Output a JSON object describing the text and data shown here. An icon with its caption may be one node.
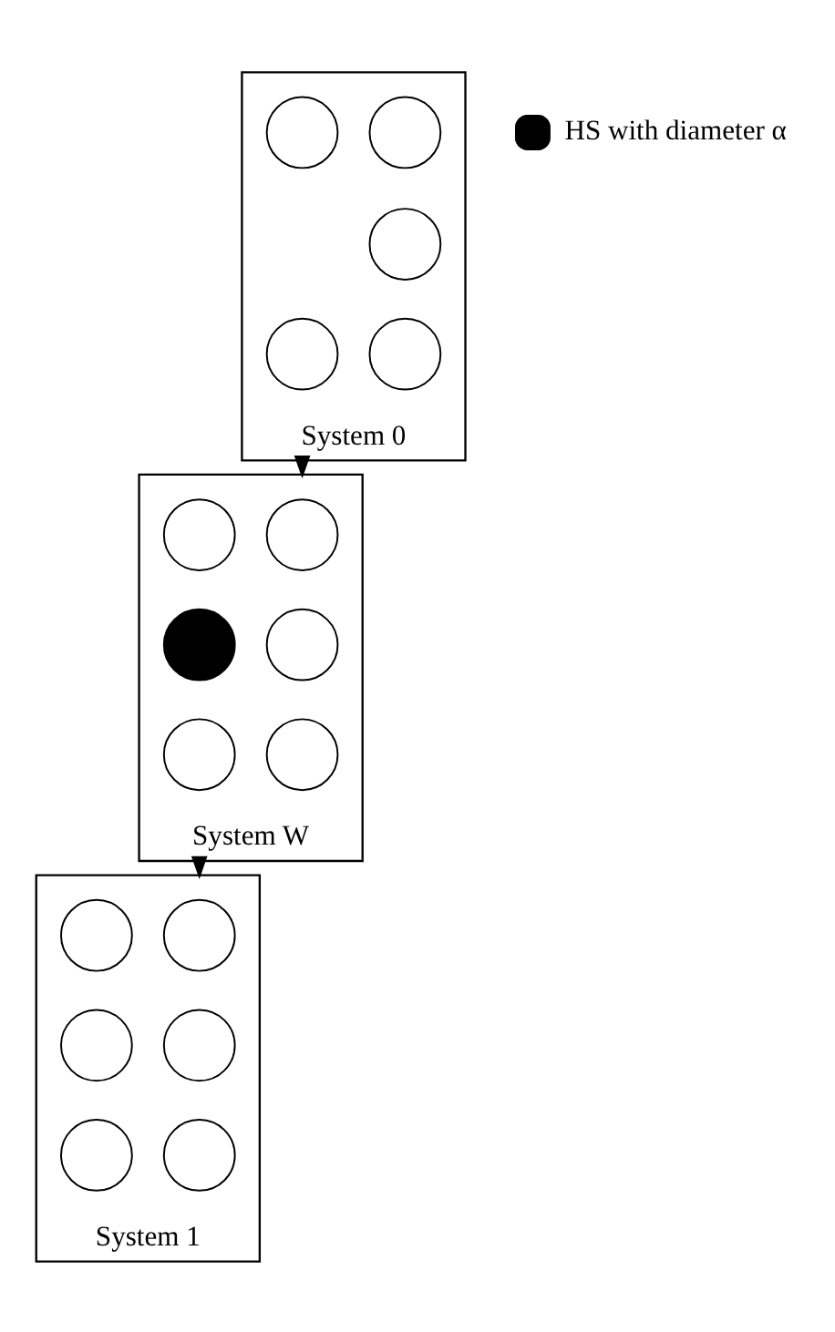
{
  "diagram": {
    "nodes": [
      {
        "text": [],
        "shape": "box",
        "beside": [
          "System 0"
        ]
      },
      {
        "text": [],
        "shape": "circle",
        "in": 0
      },
      {
        "text": [],
        "shape": "circle",
        "in": 0
      },
      {
        "text": [],
        "shape": "circle",
        "in": 0
      },
      {
        "text": [],
        "shape": "circle",
        "in": 0
      },
      {
        "text": [],
        "shape": "circle",
        "in": 0
      },
      {
        "text": [],
        "shape": "box",
        "beside": [
          "System W"
        ]
      },
      {
        "text": [],
        "shape": "circle",
        "in": 6
      },
      {
        "text": [],
        "shape": "circle",
        "in": 6
      },
      {
        "text": [],
        "shape": "circle",
        "in": 6
      },
      {
        "text": [],
        "shape": "circle",
        "in": 6
      },
      {
        "text": [],
        "shape": "circle",
        "in": 6
      },
      {
        "text": [],
        "shape": "circle",
        "in": 6
      },
      {
        "text": [],
        "shape": "box",
        "beside": [
          "System 1"
        ]
      },
      {
        "text": [],
        "shape": "circle",
        "in": 13
      },
      {
        "text": [],
        "shape": "circle",
        "in": 13
      },
      {
        "text": [],
        "shape": "circle",
        "in": 13
      },
      {
        "text": [],
        "shape": "circle",
        "in": 13
      },
      {
        "text": [],
        "shape": "circle",
        "in": 13
      },
      {
        "text": [],
        "shape": "circle",
        "in": 13
      }
    ],
    "edges": [
      {
        "from": 0,
        "to": 6,
        "arrow": "to"
      },
      {
        "from": 6,
        "to": 13,
        "arrow": "to"
      }
    ],
    "legend": [
      {
        "text": "HS with diameter α",
        "color": "#000000"
      }
    ]
  }
}
